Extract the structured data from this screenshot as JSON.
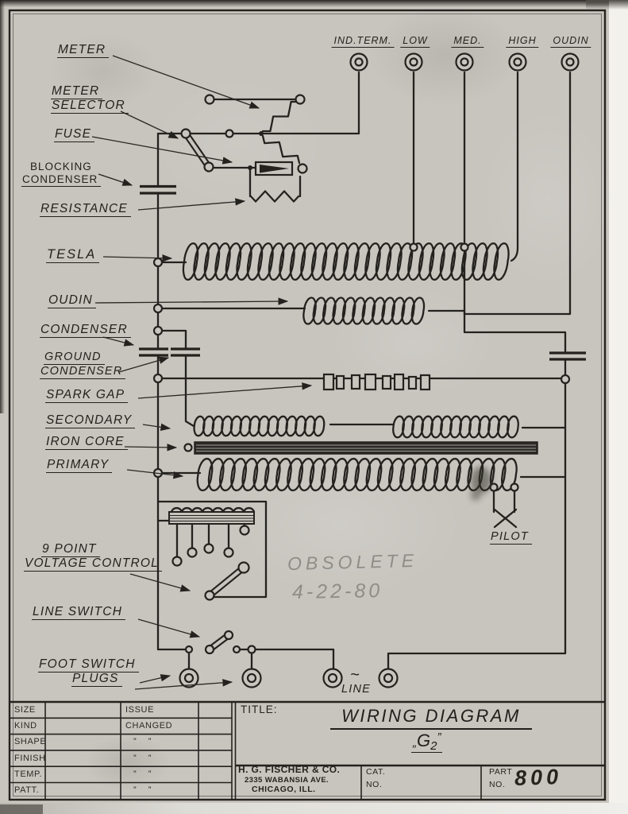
{
  "colors": {
    "paper": "#c8c5bf",
    "ink": "#24221e",
    "pencil": "#8f8d87"
  },
  "terminals": [
    "IND.TERM.",
    "LOW",
    "MED.",
    "HIGH",
    "OUDIN"
  ],
  "labels": {
    "meter": "METER",
    "meter_selector": [
      "METER",
      "SELECTOR"
    ],
    "fuse": "FUSE",
    "blocking_condenser": [
      "BLOCKING",
      "CONDENSER"
    ],
    "resistance": "RESISTANCE",
    "tesla": "TESLA",
    "oudin": "OUDIN",
    "condenser": "CONDENSER",
    "ground_condenser": [
      "GROUND",
      "CONDENSER"
    ],
    "spark_gap": "SPARK GAP",
    "secondary": "SECONDARY",
    "iron_core": "IRON CORE",
    "primary": "PRIMARY",
    "voltage_control": [
      "9 POINT",
      "VOLTAGE CONTROL"
    ],
    "line_switch": "LINE SWITCH",
    "foot_switch": [
      "FOOT SWITCH",
      "PLUGS"
    ],
    "pilot": "PILOT",
    "tilde": "~",
    "line": "LINE"
  },
  "handwritten": {
    "note": "OBSOLETE",
    "date": "4-22-80"
  },
  "title_block": {
    "title_label": "TITLE:",
    "title": "WIRING DIAGRAM",
    "quote_open": "„",
    "model": "G",
    "model_sub": "2",
    "quote_close": "”",
    "company_name": "H. G. FISCHER & CO.",
    "company_address": "2335 WABANSIA AVE.",
    "company_city": "CHICAGO, ILL.",
    "cat_label_1": "CAT.",
    "cat_label_2": "NO.",
    "part_label_1": "PART",
    "part_label_2": "NO.",
    "part_value": "800",
    "rows": [
      {
        "label": "SIZE",
        "issue": "ISSUE"
      },
      {
        "label": "KIND",
        "issue": "CHANGED"
      },
      {
        "label": "SHAPE",
        "issue": "”  ”"
      },
      {
        "label": "FINISH",
        "issue": "”  ”"
      },
      {
        "label": "TEMP.",
        "issue": "”  ”"
      },
      {
        "label": "PATT.",
        "issue": "”  ”"
      }
    ]
  }
}
